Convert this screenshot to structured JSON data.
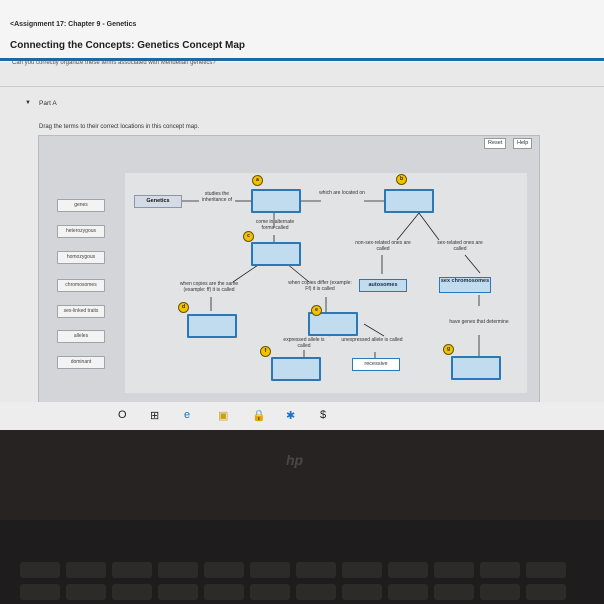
{
  "header": {
    "back_link": "<Assignment 17: Chapter 9 - Genetics",
    "page_title": "Connecting the Concepts: Genetics Concept Map",
    "question_cut": "Can you correctly organize these terms associated with Mendelian genetics?"
  },
  "part": {
    "caret": "▼",
    "label": "Part A",
    "instructions": "Drag the terms to their correct locations in this concept map."
  },
  "toolbar": {
    "reset_label": "Reset",
    "help_label": "Help"
  },
  "terms_tray": [
    "genes",
    "heterozygous",
    "homozygous",
    "chromosomes",
    "sex-linked traits",
    "alleles",
    "dominant"
  ],
  "concept_map": {
    "root_label": "Genetics",
    "studies_text": "studies the inheritance of",
    "which_text": "which are located on",
    "alternate_text": "come in alternate forms called",
    "nonsex_text": "non-sex-related ones are called",
    "sexrelated_text": "sex-related ones are called",
    "autosomes_label": "autosomes",
    "sex_chrom_label": "sex chromosomes",
    "same_text": "when copies are the same (example: ff) it is called",
    "differ_text": "when copies differ (example: Ff) it is called",
    "have_genes_text": "have genes that determine",
    "expressed_text": "expressed allele is called",
    "unexpressed_text": "unexpressed allele is called",
    "recessive_label": "recessive",
    "markers": [
      "a",
      "b",
      "c",
      "d",
      "e",
      "f",
      "g"
    ]
  },
  "taskbar": {
    "icons": [
      "O",
      "⊞",
      "e",
      "▣",
      "🔒",
      "✱",
      "$"
    ]
  },
  "laptop": {
    "logo": "hp"
  }
}
